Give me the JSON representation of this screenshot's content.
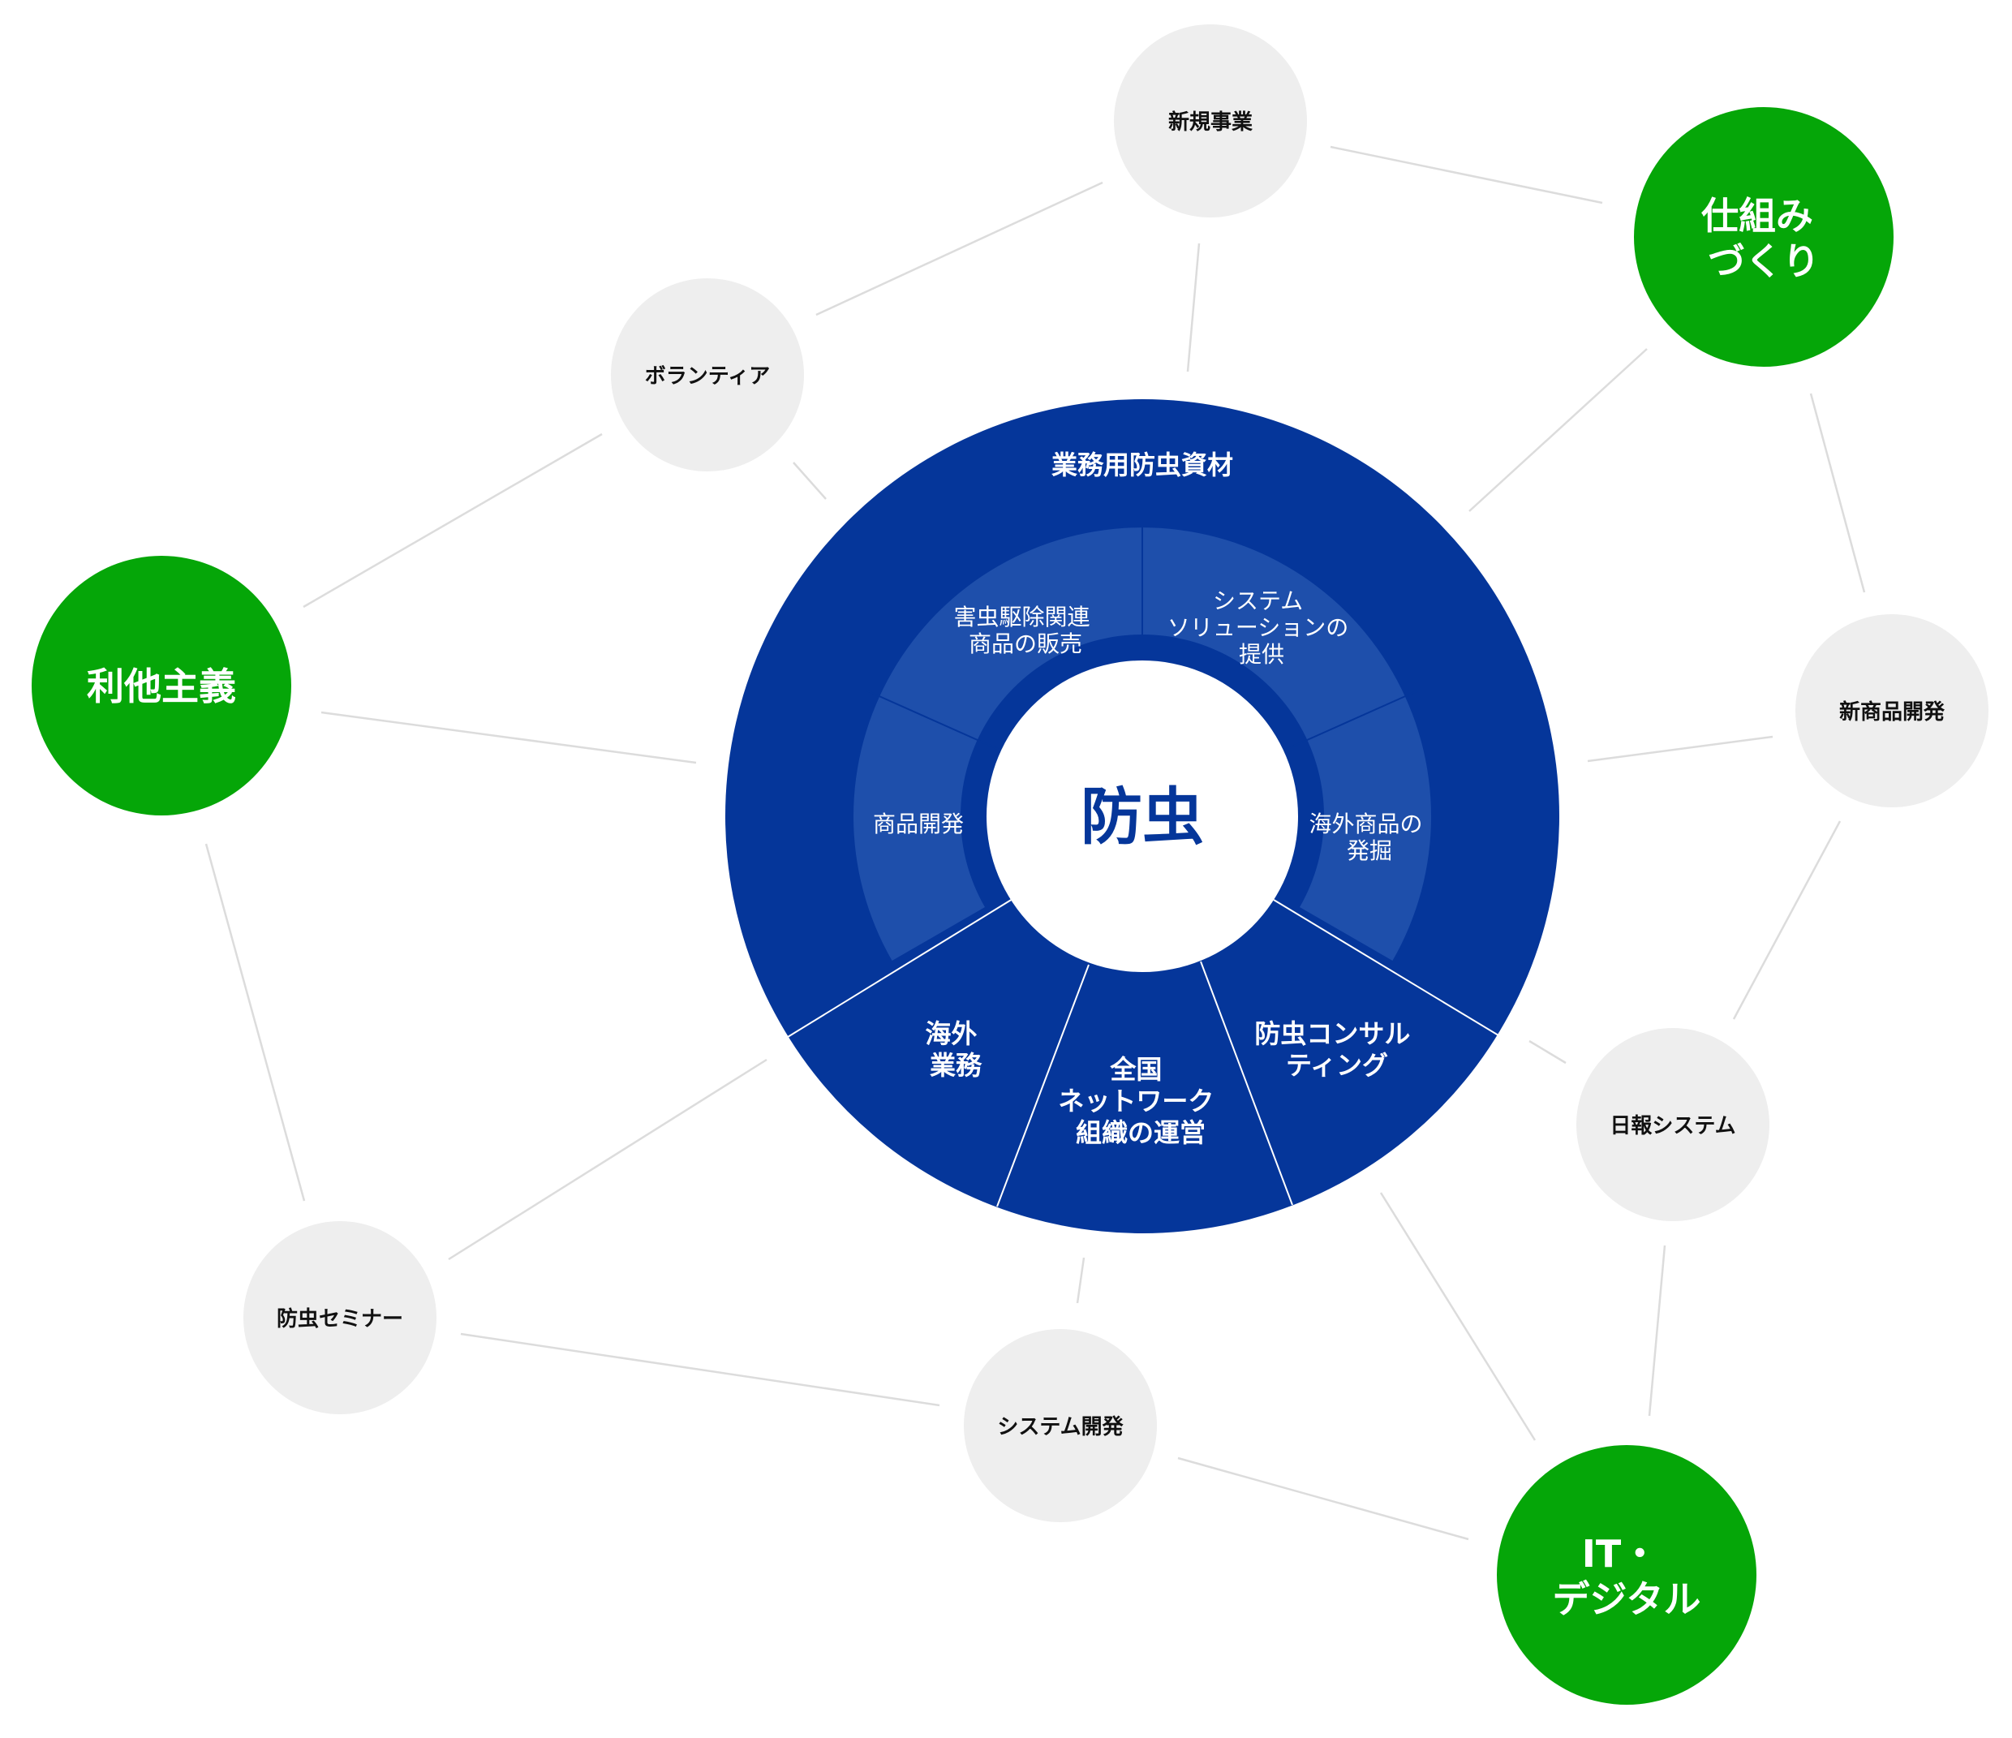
{
  "center": {
    "label": "防虫"
  },
  "outer_ring": {
    "top_label": "業務用防虫資材",
    "segments": [
      {
        "id": "overseas",
        "lines": [
          "海外",
          "業務"
        ]
      },
      {
        "id": "network",
        "lines": [
          "全国",
          "ネットワーク",
          "組織の運営"
        ]
      },
      {
        "id": "consulting",
        "lines": [
          "防虫コンサル",
          "ティング"
        ]
      }
    ]
  },
  "inner_ring": {
    "segments": [
      {
        "id": "pest-sales",
        "lines": [
          "害虫駆除関連",
          "商品の販売"
        ]
      },
      {
        "id": "system-solution",
        "lines": [
          "システム",
          "ソリューションの",
          "提供"
        ]
      },
      {
        "id": "overseas-products",
        "lines": [
          "海外商品の",
          "発掘"
        ]
      },
      {
        "id": "product-dev",
        "lines": [
          "商品開発"
        ]
      }
    ]
  },
  "satellites": [
    {
      "id": "new-business",
      "lines": [
        "新規事業"
      ],
      "style": "grey"
    },
    {
      "id": "volunteer",
      "lines": [
        "ボランティア"
      ],
      "style": "grey"
    },
    {
      "id": "mechanism",
      "lines": [
        "仕組み",
        "づくり"
      ],
      "style": "green"
    },
    {
      "id": "altruism",
      "lines": [
        "利他主義"
      ],
      "style": "green"
    },
    {
      "id": "new-product-dev",
      "lines": [
        "新商品開発"
      ],
      "style": "grey"
    },
    {
      "id": "daily-report",
      "lines": [
        "日報システム"
      ],
      "style": "grey"
    },
    {
      "id": "seminar",
      "lines": [
        "防虫セミナー"
      ],
      "style": "grey"
    },
    {
      "id": "system-dev",
      "lines": [
        "システム開発"
      ],
      "style": "grey"
    },
    {
      "id": "it-digital",
      "lines": [
        "IT・",
        "デジタル"
      ],
      "style": "green"
    }
  ],
  "colors": {
    "outer_ring": "#05369a",
    "inner_ring": "#1e4fab",
    "center": "#ffffff",
    "center_text": "#05369a",
    "green_node": "#05a608",
    "grey_node": "#eeeeee",
    "connector": "#dcdcdc"
  }
}
